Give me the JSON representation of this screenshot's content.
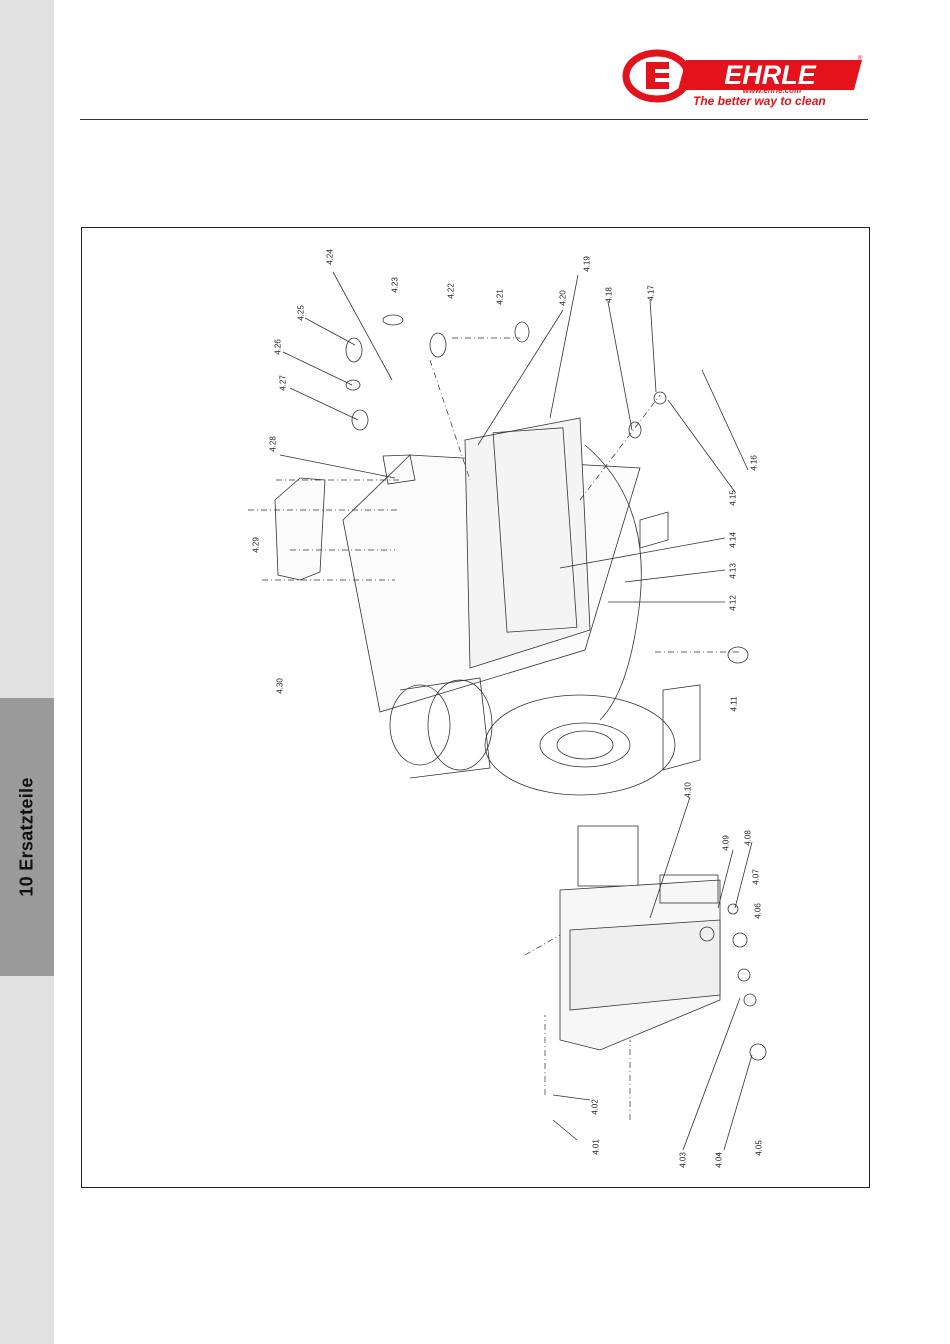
{
  "sidebar": {
    "chapter": "10  Ersatzteile"
  },
  "header": {
    "brand": "EHRLE",
    "url": "www.ehrle.com",
    "tagline": "The better way to clean",
    "brand_color": "#e3121b"
  },
  "drawing": {
    "part_labels": [
      "4.01",
      "4.02",
      "4.03",
      "4.04",
      "4.05",
      "4.06",
      "4.07",
      "4.08",
      "4.09",
      "4.10",
      "4.11",
      "4.12",
      "4.13",
      "4.14",
      "4.15",
      "4.16",
      "4.17",
      "4.18",
      "4.19",
      "4.20",
      "4.21",
      "4.22",
      "4.23",
      "4.24",
      "4.25",
      "4.26",
      "4.27",
      "4.28",
      "4.29",
      "4.30"
    ]
  }
}
